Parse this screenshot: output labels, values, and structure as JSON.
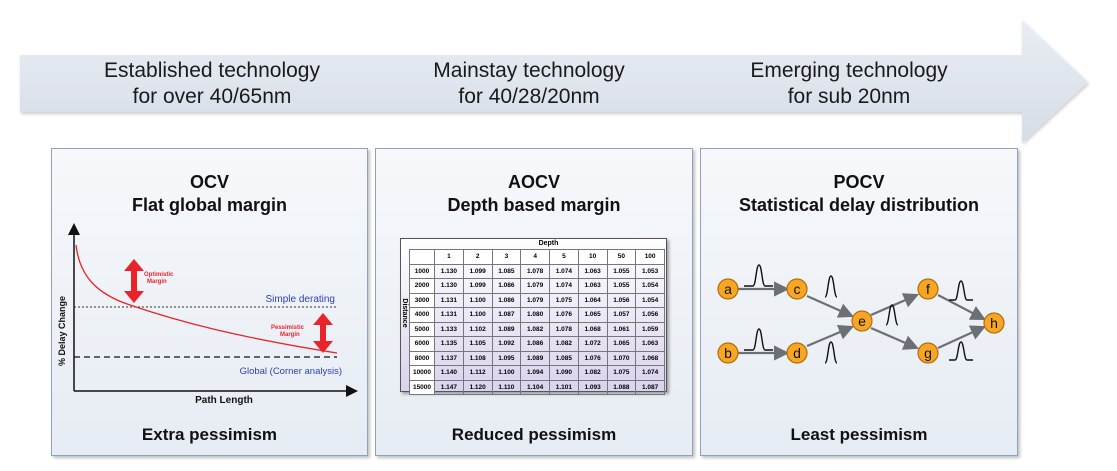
{
  "timeline": [
    {
      "line1": "Established technology",
      "line2": "for over 40/65nm"
    },
    {
      "line1": "Mainstay technology",
      "line2": "for 40/28/20nm"
    },
    {
      "line1": "Emerging technology",
      "line2": "for sub 20nm"
    }
  ],
  "ocv": {
    "title1": "OCV",
    "title2": "Flat global margin",
    "ylabel": "% Delay Change",
    "xlabel": "Path Length",
    "optimistic": [
      "Optimistic",
      "Margin"
    ],
    "pessimistic": [
      "Pessimistic",
      "Margin"
    ],
    "simple": "Simple derating",
    "global": "Global  (Corner analysis)",
    "footer": "Extra pessimism"
  },
  "aocv": {
    "title1": "AOCV",
    "title2": "Depth based margin",
    "footer": "Reduced pessimism",
    "table": {
      "col_header": "Depth",
      "row_header": "Distance",
      "depths": [
        "1",
        "2",
        "3",
        "4",
        "5",
        "10",
        "50",
        "100"
      ],
      "rows": [
        {
          "distance": "1000",
          "values": [
            "1.130",
            "1.099",
            "1.085",
            "1.078",
            "1.074",
            "1.063",
            "1.055",
            "1.053"
          ]
        },
        {
          "distance": "2000",
          "values": [
            "1.130",
            "1.099",
            "1.086",
            "1.079",
            "1.074",
            "1.063",
            "1.055",
            "1.054"
          ]
        },
        {
          "distance": "3000",
          "values": [
            "1.131",
            "1.100",
            "1.086",
            "1.079",
            "1.075",
            "1.064",
            "1.056",
            "1.054"
          ]
        },
        {
          "distance": "4000",
          "values": [
            "1.131",
            "1.100",
            "1.087",
            "1.080",
            "1.076",
            "1.065",
            "1.057",
            "1.056"
          ]
        },
        {
          "distance": "5000",
          "values": [
            "1.133",
            "1.102",
            "1.089",
            "1.082",
            "1.078",
            "1.068",
            "1.061",
            "1.059"
          ]
        },
        {
          "distance": "6000",
          "values": [
            "1.135",
            "1.105",
            "1.092",
            "1.086",
            "1.082",
            "1.072",
            "1.065",
            "1.063"
          ]
        },
        {
          "distance": "8000",
          "values": [
            "1.137",
            "1.108",
            "1.095",
            "1.089",
            "1.085",
            "1.076",
            "1.070",
            "1.068"
          ]
        },
        {
          "distance": "10000",
          "values": [
            "1.140",
            "1.112",
            "1.100",
            "1.094",
            "1.090",
            "1.082",
            "1.075",
            "1.074"
          ]
        },
        {
          "distance": "15000",
          "values": [
            "1.147",
            "1.120",
            "1.110",
            "1.104",
            "1.101",
            "1.093",
            "1.088",
            "1.087"
          ]
        }
      ]
    }
  },
  "pocv": {
    "title1": "POCV",
    "title2": "Statistical delay distribution",
    "footer": "Least pessimism",
    "nodes": {
      "a": "a",
      "b": "b",
      "c": "c",
      "d": "d",
      "e": "e",
      "f": "f",
      "g": "g",
      "h": "h"
    }
  },
  "colors": {
    "arrow_fill": "#dde4ee",
    "panel_border": "#8ea3bb",
    "red_accent": "#e8232a",
    "derating_blue": "#2c3fbf",
    "node_fill": "#f6a623",
    "node_stroke": "#b26d0a",
    "edge_gray": "#6b7075",
    "table_header": "#c8c3e0"
  }
}
